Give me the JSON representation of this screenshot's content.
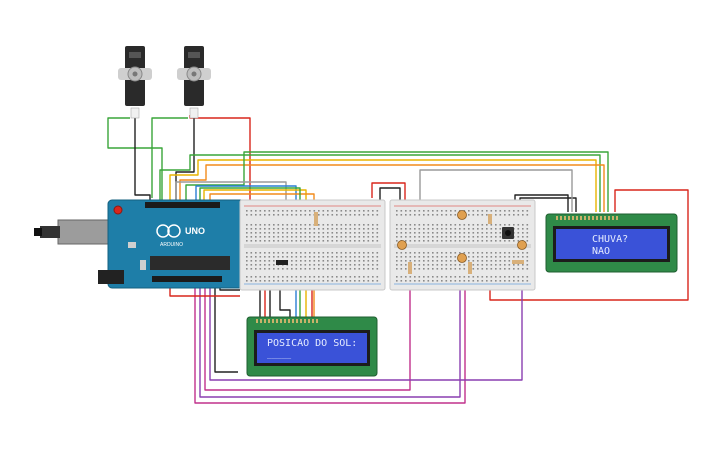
{
  "arduino": {
    "logo_text": "UNO",
    "brand_text": "ARDUINO"
  },
  "lcd_main": {
    "line1": "POSICAO DO SOL:",
    "line2": "_____"
  },
  "lcd_rain": {
    "line1": "CHUVA?",
    "line2": "NAO"
  },
  "colors": {
    "wire_red": "#d9261c",
    "wire_black": "#222222",
    "wire_green": "#3aa63a",
    "wire_yellow": "#e8b400",
    "wire_orange": "#f28c1c",
    "wire_blue": "#2a7fd4",
    "wire_purple": "#8a3fb0",
    "wire_magenta": "#c0308c",
    "wire_gray": "#9a9a9a",
    "lcd_screen": "#3a52d8",
    "lcd_board": "#2f8a48",
    "arduino_board": "#1e7ea8",
    "breadboard": "#e9e9e9"
  },
  "icons": [
    "servo-motor-icon",
    "usb-connector-icon",
    "power-jack-icon",
    "pushbutton-icon",
    "ldr-sensor-icon",
    "resistor-icon"
  ]
}
